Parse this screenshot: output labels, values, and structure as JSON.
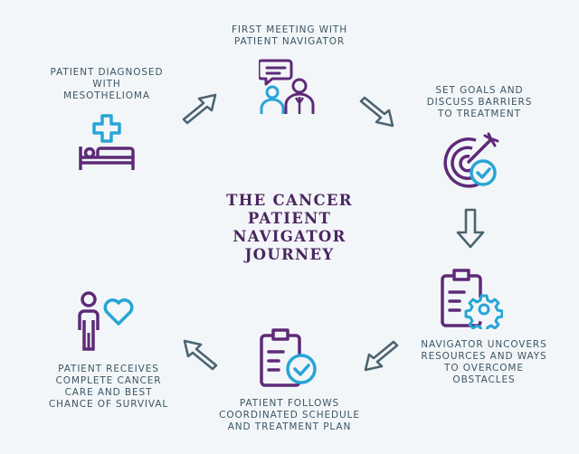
{
  "title": "THE CANCER\nPATIENT\nNAVIGATOR\nJOURNEY",
  "steps": [
    {
      "label": "FIRST MEETING WITH\nPATIENT NAVIGATOR",
      "icon": "navigator-meeting-icon"
    },
    {
      "label": "SET GOALS AND\nDISCUSS BARRIERS\nTO TREATMENT",
      "icon": "target-goals-icon"
    },
    {
      "label": "NAVIGATOR UNCOVERS\nRESOURCES AND WAYS\nTO OVERCOME\nOBSTACLES",
      "icon": "clipboard-gear-icon"
    },
    {
      "label": "PATIENT FOLLOWS\nCOORDINATED SCHEDULE\nAND TREATMENT PLAN",
      "icon": "clipboard-check-icon"
    },
    {
      "label": "PATIENT RECEIVES\nCOMPLETE CANCER\nCARE AND BEST\nCHANCE OF SURVIVAL",
      "icon": "person-heart-icon"
    },
    {
      "label": "PATIENT DIAGNOSED\nWITH\nMESOTHELIOMA",
      "icon": "hospital-bed-icon"
    }
  ],
  "colors": {
    "purple": "#5e2a78",
    "blue": "#27a5d6",
    "slate": "#4b6472",
    "background": "#f3f6f8"
  }
}
